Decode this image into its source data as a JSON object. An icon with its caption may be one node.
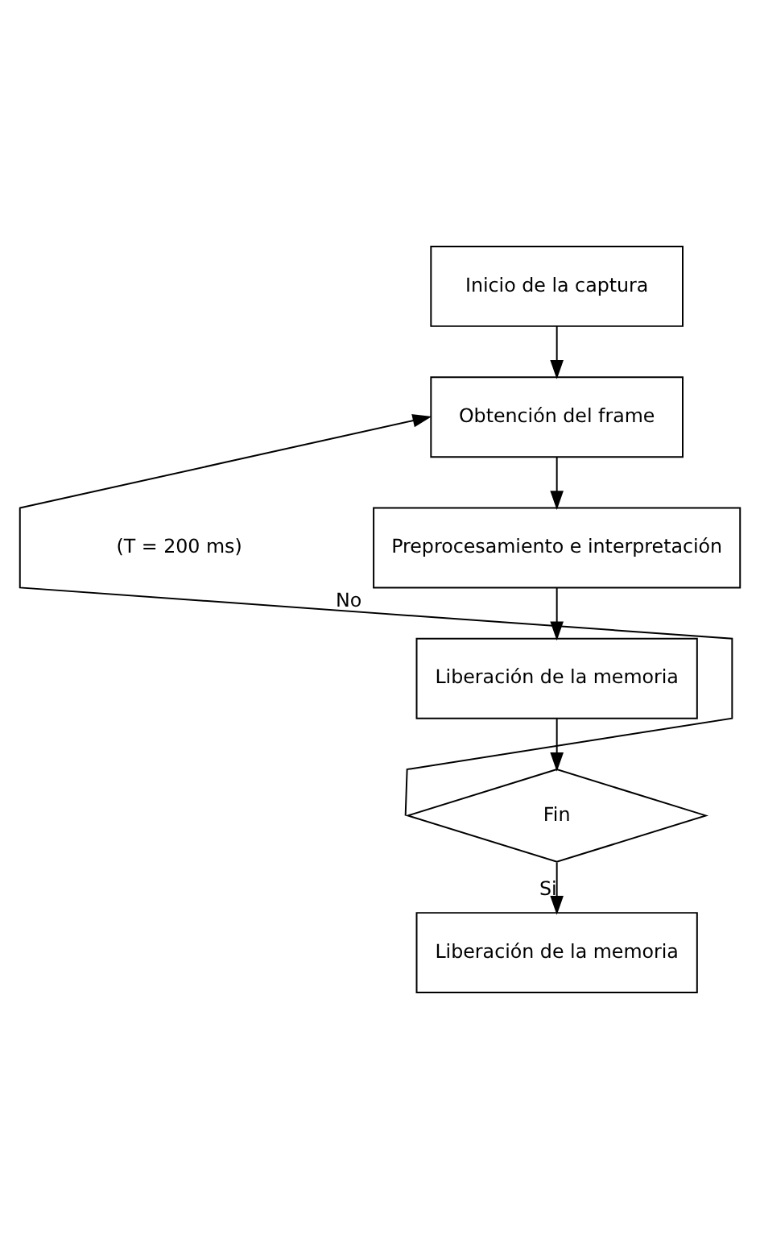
{
  "diagram": {
    "nodes": [
      {
        "text": [
          "Inicio de la captura"
        ]
      },
      {
        "text": [
          "Obtención del frame"
        ]
      },
      {
        "text": [
          "Preprocesamiento e interpretación"
        ]
      },
      {
        "text": [
          "Liberación de la memoria"
        ]
      },
      {
        "text": [
          "Fin"
        ]
      },
      {
        "text": [
          "Liberación de la memoria"
        ]
      }
    ],
    "edges": [
      {
        "from": 0,
        "to": 1,
        "arrow": "to"
      },
      {
        "from": 1,
        "to": 2,
        "arrow": "to"
      },
      {
        "from": 2,
        "to": 3,
        "arrow": "to"
      },
      {
        "from": 3,
        "to": 4,
        "arrow": "to"
      },
      {
        "from": 4,
        "to": 1,
        "arrow": "to",
        "label": "No"
      },
      {
        "from": 4,
        "to": 5,
        "arrow": "to",
        "label": "Si"
      }
    ],
    "labels": [
      "(T = 200 ms)"
    ]
  }
}
